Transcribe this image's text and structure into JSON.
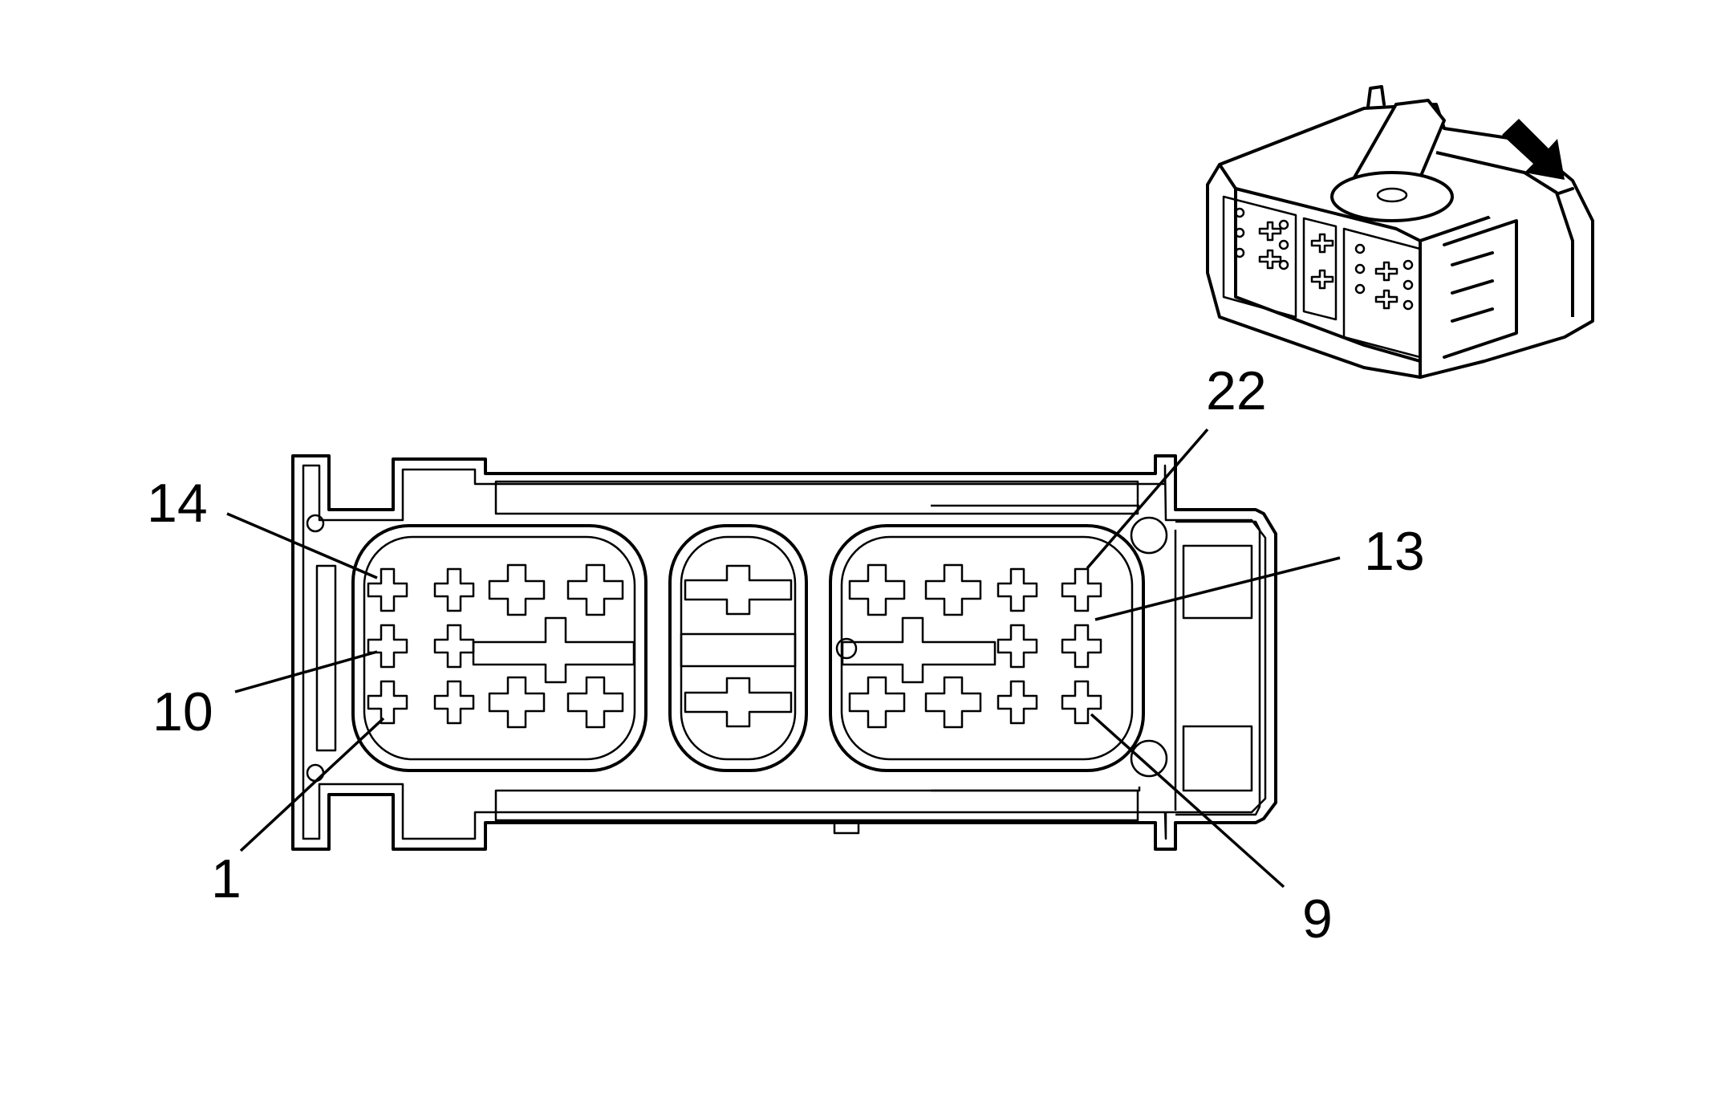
{
  "labels": {
    "pin_14": "14",
    "pin_10": "10",
    "pin_1": "1",
    "pin_22": "22",
    "pin_13": "13",
    "pin_9": "9"
  },
  "icons": {
    "direction": "arrow-down-right-icon",
    "crossed_terminal": "plus-shaped-terminal-icon"
  }
}
